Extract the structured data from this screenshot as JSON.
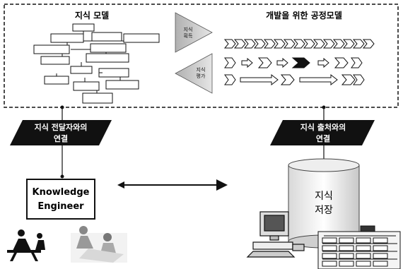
{
  "top_panel": {
    "left_title": "지식 모델",
    "right_title": "개발을 위한 공정모델",
    "arrow_upper_label": "지식\n획득",
    "arrow_lower_label": "지식\n평가"
  },
  "left_connector": {
    "label_line1": "지식 전달자와의",
    "label_line2": "연결"
  },
  "right_connector": {
    "label_line1": "지식 출처와의",
    "label_line2": "연결"
  },
  "engineer_box": {
    "line1": "Knowledge",
    "line2": "Engineer"
  },
  "repository": {
    "line1": "지식",
    "line2": "저장"
  }
}
